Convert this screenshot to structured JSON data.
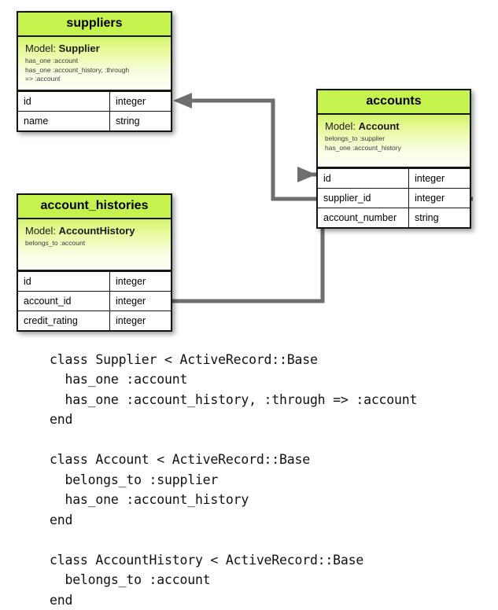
{
  "diagram": {
    "type": "entity-relationship-diagram",
    "colors": {
      "header_green": "#c6f24e",
      "model_gradient_top": "#d3f46a",
      "model_gradient_bottom": "#fdfff6",
      "connector_gray": "#6e6e6e",
      "border_black": "#141414"
    },
    "entities": [
      {
        "table_name": "suppliers",
        "model_label": "Model:",
        "model_name": "Supplier",
        "associations": [
          "has_one :account",
          "has_one :account_history, :through",
          "=> :account"
        ],
        "attributes": [
          {
            "name": "id",
            "type": "integer"
          },
          {
            "name": "name",
            "type": "string"
          }
        ]
      },
      {
        "table_name": "accounts",
        "model_label": "Model:",
        "model_name": "Account",
        "associations": [
          "belongs_to :supplier",
          "has_one :account_history"
        ],
        "attributes": [
          {
            "name": "id",
            "type": "integer"
          },
          {
            "name": "supplier_id",
            "type": "integer"
          },
          {
            "name": "account_number",
            "type": "string"
          }
        ]
      },
      {
        "table_name": "account_histories",
        "model_label": "Model:",
        "model_name": "AccountHistory",
        "associations": [
          "belongs_to :account"
        ],
        "attributes": [
          {
            "name": "id",
            "type": "integer"
          },
          {
            "name": "account_id",
            "type": "integer"
          },
          {
            "name": "credit_rating",
            "type": "integer"
          }
        ]
      }
    ],
    "relationships": [
      {
        "from": "accounts.supplier_id",
        "to": "suppliers.id",
        "arrow": "left"
      },
      {
        "from": "account_histories.account_id",
        "to": "accounts.id",
        "arrow": "right"
      }
    ]
  },
  "code": {
    "language": "ruby",
    "text": "class Supplier < ActiveRecord::Base\n  has_one :account\n  has_one :account_history, :through => :account\nend\n\nclass Account < ActiveRecord::Base\n  belongs_to :supplier\n  has_one :account_history\nend\n\nclass AccountHistory < ActiveRecord::Base\n  belongs_to :account\nend"
  }
}
